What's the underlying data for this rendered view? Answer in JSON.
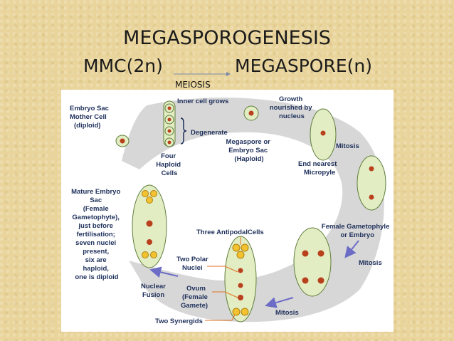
{
  "slide": {
    "title": "MEGASPOROGENESIS",
    "mmc_label": "MMC(2n)",
    "megaspore_label": "MEGASPORE(n)",
    "arrow_label": "MEIOSIS"
  },
  "diagram": {
    "embryo_sac_mother_cell": [
      "Embryo Sac",
      "Mother Cell",
      "(diploid)"
    ],
    "inner_cell_grows": "Inner cell grows",
    "degenerate": "Degenerate",
    "four_haploid_cells": [
      "Four",
      "Haploid",
      "Cells"
    ],
    "megaspore_embryo_sac": [
      "Megaspore or",
      "Embryo Sac",
      "(Haploid)"
    ],
    "growth": [
      "Growth",
      "nourished by",
      "nucleus"
    ],
    "mitosis_1": "Mitosis",
    "end_nearest": [
      "End nearest",
      "Micropyle"
    ],
    "female_gametophyte": [
      "Female Gametophyle",
      "or Embryo"
    ],
    "mitosis_2": "Mitosis",
    "mitosis_3": "Mitosis",
    "three_antipodal": "Three AntipodalCells",
    "two_polar_nuclei": [
      "Two Polar",
      "Nuclei"
    ],
    "ovum": [
      "Ovum",
      "(Female",
      "Gamete)"
    ],
    "two_synergids": "Two Synergids",
    "nuclear_fusion": [
      "Nuclear",
      "Fusion"
    ],
    "mature_embryo_sac": [
      "Mature Embryo",
      "Sac",
      "(Female",
      "Gametophyte),",
      "just before",
      "fertilisation;",
      "seven nuclei",
      "present,",
      "six are",
      "haploid,",
      "one is diploid"
    ]
  },
  "colors": {
    "cell_fill": "#e3edc4",
    "cell_stroke": "#5f7d3a",
    "nucleus": "#b8401c",
    "cycle_gray": "#c9c9c9",
    "arrow": "#6c6cc6",
    "text": "#1d2f5a",
    "yellow_cells": "#f2c230"
  }
}
